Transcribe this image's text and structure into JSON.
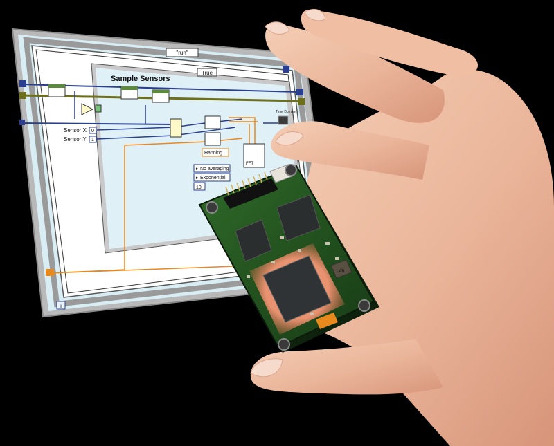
{
  "diagram": {
    "outer_case": "\"run\"",
    "inner_case": "True",
    "title": "Sample Sensors",
    "sensor_x": "Sensor X",
    "sensor_y": "Sensor Y",
    "sensor_x_index": "0",
    "sensor_y_index": "1",
    "averaging": "No averaging",
    "weighting": "Exponential",
    "count": "10",
    "window": "Hanning",
    "fft_label": "FFT",
    "time_domain": "Time Domain",
    "iteration": "i"
  },
  "board": {
    "chip_marking": "LAB"
  },
  "colors": {
    "panel_bg": "#d9edf5",
    "frame_gray": "#b8b8b8",
    "wire_orange": "#e8891e",
    "wire_blue": "#2a3f8f",
    "wire_olive": "#6e6f1a",
    "pcb_green": "#1f4a1c",
    "chip_black": "#2b2e2f",
    "skin": "#f0c2a6"
  }
}
